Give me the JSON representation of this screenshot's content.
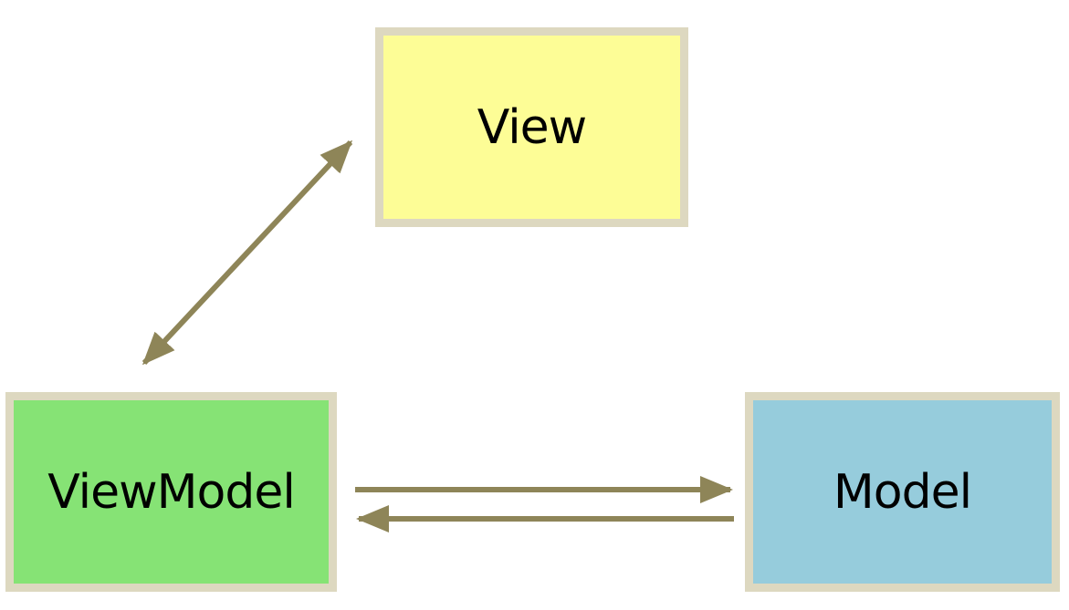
{
  "diagram": {
    "nodes": {
      "view": {
        "label": "View",
        "fill": "#fdfd96"
      },
      "viewmodel": {
        "label": "ViewModel",
        "fill": "#86e375"
      },
      "model": {
        "label": "Model",
        "fill": "#96ccdc"
      }
    },
    "edges": [
      {
        "from": "viewmodel",
        "to": "view",
        "direction": "bidirectional"
      },
      {
        "from": "viewmodel",
        "to": "model",
        "direction": "forward"
      },
      {
        "from": "model",
        "to": "viewmodel",
        "direction": "forward"
      }
    ],
    "colors": {
      "arrow": "#8e8558",
      "border": "#ddd8c0"
    }
  }
}
